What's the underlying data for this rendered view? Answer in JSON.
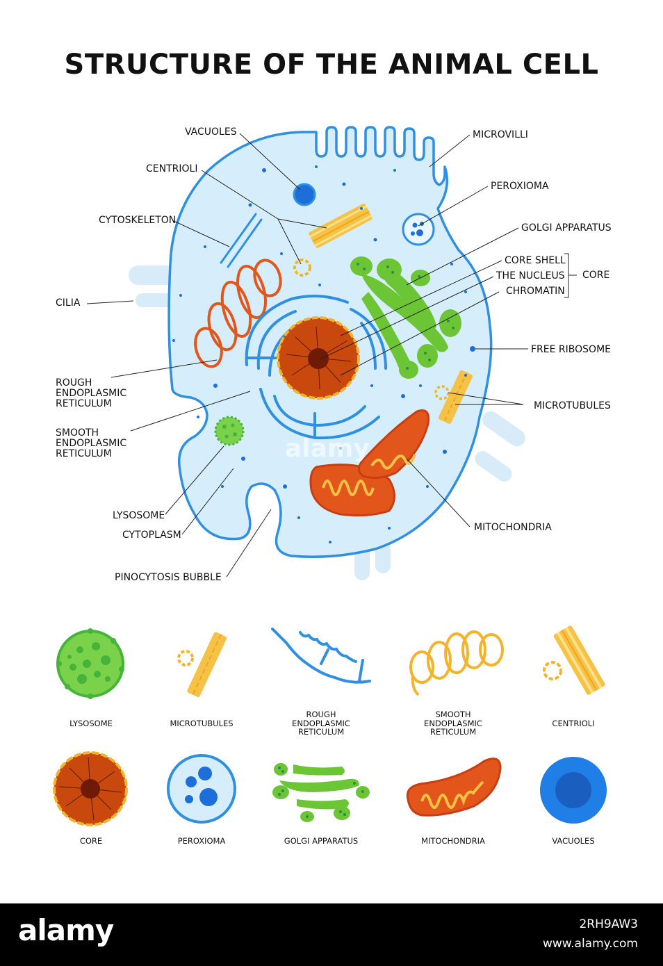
{
  "title": "STRUCTURE OF THE ANIMAL CELL",
  "labels": {
    "vacuoles": "VACUOLES",
    "centrioli": "CENTRIOLI",
    "cytoskeleton": "CYTOSKELETON",
    "cilia": "CILIA",
    "rough_er": [
      "ROUGH",
      "ENDOPLASMIC",
      "RETICULUM"
    ],
    "smooth_er": [
      "SMOOTH",
      "ENDOPLASMIC",
      "RETICULUM"
    ],
    "lysosome": "LYSOSOME",
    "cytoplasm": "CYTOPLASM",
    "pinocytosis": "PINOCYTOSIS BUBBLE",
    "microvilli": "MICROVILLI",
    "peroxioma": "PEROXIOMA",
    "golgi": "GOLGI APPARATUS",
    "core_shell": "CORE SHELL",
    "the_nucleus": "THE NUCLEUS",
    "chromatin": "CHROMATIN",
    "core": "CORE",
    "free_ribosome": "FREE RIBOSOME",
    "microtubules": "MICROTUBULES",
    "mitochondria": "MITOCHONDRIA"
  },
  "icons_row1": [
    {
      "label": [
        "LYSOSOME"
      ],
      "icon": "lysosome-icon"
    },
    {
      "label": [
        "MICROTUBULES"
      ],
      "icon": "microtubules-icon"
    },
    {
      "label": [
        "ROUGH",
        "ENDOPLASMIC",
        "RETICULUM"
      ],
      "icon": "rough-er-icon"
    },
    {
      "label": [
        "SMOOTH",
        "ENDOPLASMIC",
        "RETICULUM"
      ],
      "icon": "smooth-er-icon"
    },
    {
      "label": [
        "CENTRIOLI"
      ],
      "icon": "centrioli-icon"
    }
  ],
  "icons_row2": [
    {
      "label": [
        "CORE"
      ],
      "icon": "core-icon"
    },
    {
      "label": [
        "PEROXIOMA"
      ],
      "icon": "peroxioma-icon"
    },
    {
      "label": [
        "GOLGI APPARATUS"
      ],
      "icon": "golgi-icon"
    },
    {
      "label": [
        "MITOCHONDRIA"
      ],
      "icon": "mitochondria-icon"
    },
    {
      "label": [
        "VACUOLES"
      ],
      "icon": "vacuoles-icon"
    }
  ],
  "watermark": "alamy",
  "footer": {
    "logo": "alamy",
    "image_id": "2RH9AW3",
    "url": "www.alamy.com"
  },
  "colors": {
    "membrane": "#2f8fe0",
    "cytoplasm": "#d6eefb",
    "nucleus": "#c9480d",
    "mito": "#e2561b",
    "golgi": "#6cc534",
    "centriole": "#f3b42c"
  }
}
